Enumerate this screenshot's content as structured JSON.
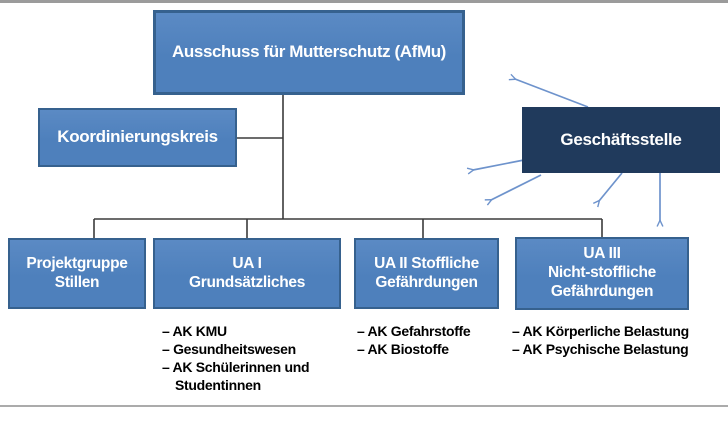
{
  "org": {
    "root": {
      "label": "Ausschuss für Mutterschutz (AfMu)"
    },
    "koordinierungskreis": {
      "label": "Koordinierungskreis"
    },
    "geschaeftsstelle": {
      "label": "Geschäftsstelle"
    },
    "units": [
      {
        "lines": [
          "Projektgruppe",
          "Stillen"
        ],
        "items": []
      },
      {
        "lines": [
          "UA I",
          "Grundsätzliches"
        ],
        "items": [
          "– AK KMU",
          "– Gesundheitswesen",
          "– AK Schülerinnen und Studentinnen"
        ]
      },
      {
        "lines": [
          "UA II Stoffliche",
          "Gefährdungen"
        ],
        "items": [
          "– AK Gefahrstoffe",
          "– AK Biostoffe"
        ]
      },
      {
        "lines": [
          "UA III",
          "Nicht-stoffliche",
          "Gefährdungen"
        ],
        "items": [
          "– AK Körperliche Belastung",
          "– AK Psychische Belastung"
        ]
      }
    ],
    "colors": {
      "box_fill": "#4e80bc",
      "box_border": "#36618e",
      "dark_box_fill": "#203a5c",
      "box_text": "#ffffff",
      "connector_line": "#3b3b3b",
      "arrow": "#6e93cc",
      "list_text": "#000000",
      "frame_rule": "#9b9b9b"
    }
  }
}
